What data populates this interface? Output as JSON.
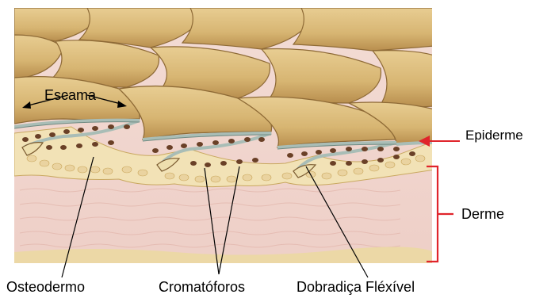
{
  "labels": {
    "escama": "Escama",
    "epiderme": "Epiderme",
    "derme": "Derme",
    "osteodermo": "Osteodermo",
    "cromatoforos": "Cromatóforos",
    "dobradica": "Dobradiça Fléxível"
  },
  "colors": {
    "scale_fill": "#d9b878",
    "scale_shadow": "#b08848",
    "epidermis_band": "#cfdad6",
    "osteoderm_fill": "#f2e2b6",
    "osteoderm_cell": "#e9d29a",
    "chromatophore": "#6a4027",
    "dermis": "#f1d6cf",
    "dermis_bottom": "#ecd8a6",
    "pointer_red": "#e0242b",
    "leader_line": "#000000"
  }
}
